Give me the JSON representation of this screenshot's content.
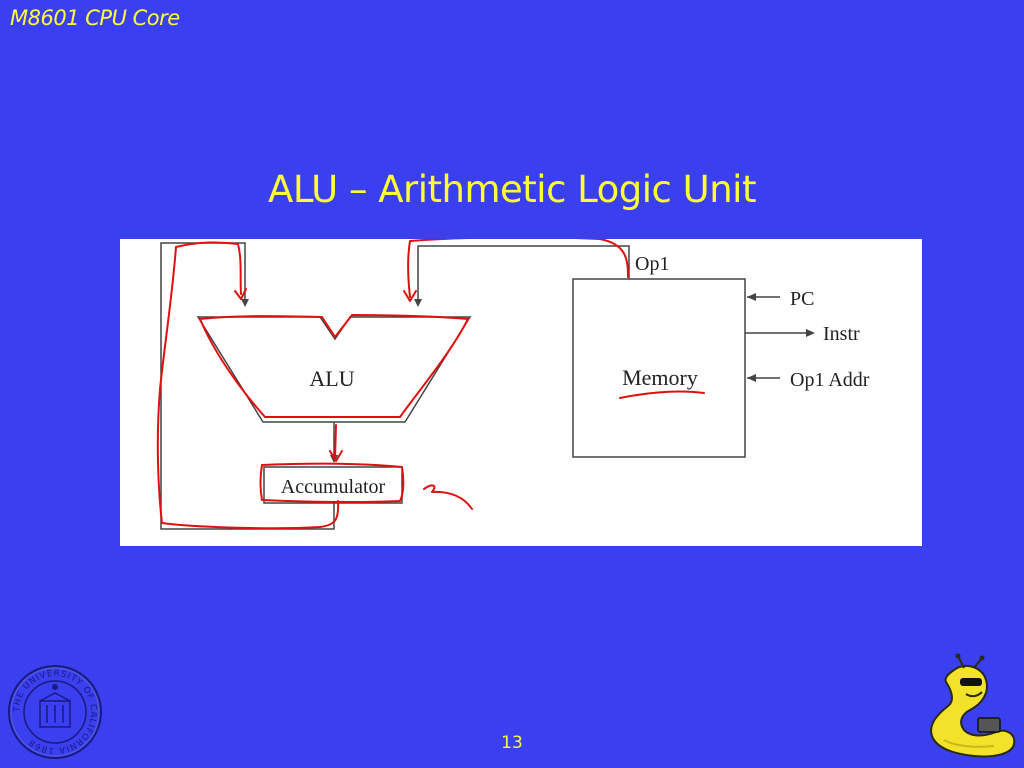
{
  "header": {
    "text": "M8601 CPU Core"
  },
  "slide": {
    "title": "ALU – Arithmetic Logic Unit",
    "page_number": "13"
  },
  "diagram": {
    "alu_label": "ALU",
    "accumulator_label": "Accumulator",
    "memory_label": "Memory",
    "op1_label": "Op1",
    "pc_label": "PC",
    "instr_label": "Instr",
    "op1_addr_label": "Op1 Addr",
    "annotation_color": "#e01010"
  },
  "logos": {
    "seal_text": "THE UNIVERSITY OF CALIFORNIA 1868",
    "seal_icon": "university-seal",
    "mascot_icon": "banana-slug-mascot"
  },
  "colors": {
    "background": "#3a3ff0",
    "text": "#ffff33"
  }
}
